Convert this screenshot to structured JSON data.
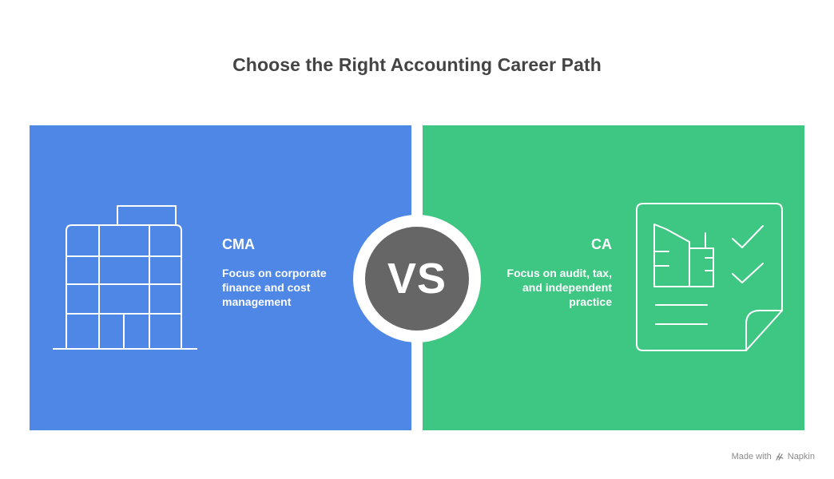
{
  "title": "Choose the Right Accounting Career Path",
  "left": {
    "heading": "CMA",
    "description": "Focus on corporate finance and cost management",
    "color": "#4f87e6",
    "icon": "building-icon"
  },
  "right": {
    "heading": "CA",
    "description": "Focus on audit, tax, and independent practice",
    "color": "#3ec683",
    "icon": "checklist-document-icon"
  },
  "center": {
    "label": "VS",
    "color": "#666666"
  },
  "footer": {
    "made_with": "Made with",
    "brand": "Napkin",
    "icon": "napkin-logo-icon"
  }
}
